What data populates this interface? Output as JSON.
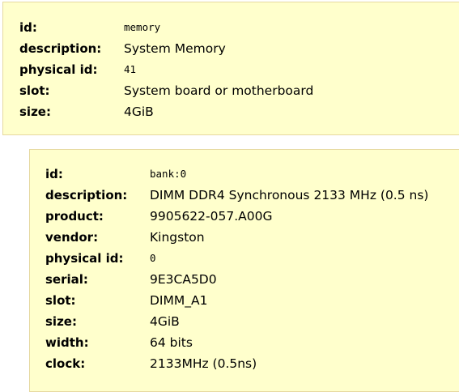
{
  "memory": {
    "rows": [
      {
        "label": "id:",
        "value": "memory"
      },
      {
        "label": "description:",
        "value": "System Memory"
      },
      {
        "label": "physical id:",
        "value": "41"
      },
      {
        "label": "slot:",
        "value": "System board or motherboard"
      },
      {
        "label": "size:",
        "value": "4GiB"
      }
    ]
  },
  "bank": {
    "rows": [
      {
        "label": "id:",
        "value": "bank:0"
      },
      {
        "label": "description:",
        "value": "DIMM DDR4 Synchronous 2133 MHz (0.5 ns)"
      },
      {
        "label": "product:",
        "value": "9905622-057.A00G"
      },
      {
        "label": "vendor:",
        "value": "Kingston"
      },
      {
        "label": "physical id:",
        "value": "0"
      },
      {
        "label": "serial:",
        "value": "9E3CA5D0"
      },
      {
        "label": "slot:",
        "value": "DIMM_A1"
      },
      {
        "label": "size:",
        "value": "4GiB"
      },
      {
        "label": "width:",
        "value": "64 bits"
      },
      {
        "label": "clock:",
        "value": "2133MHz (0.5ns)"
      }
    ]
  }
}
